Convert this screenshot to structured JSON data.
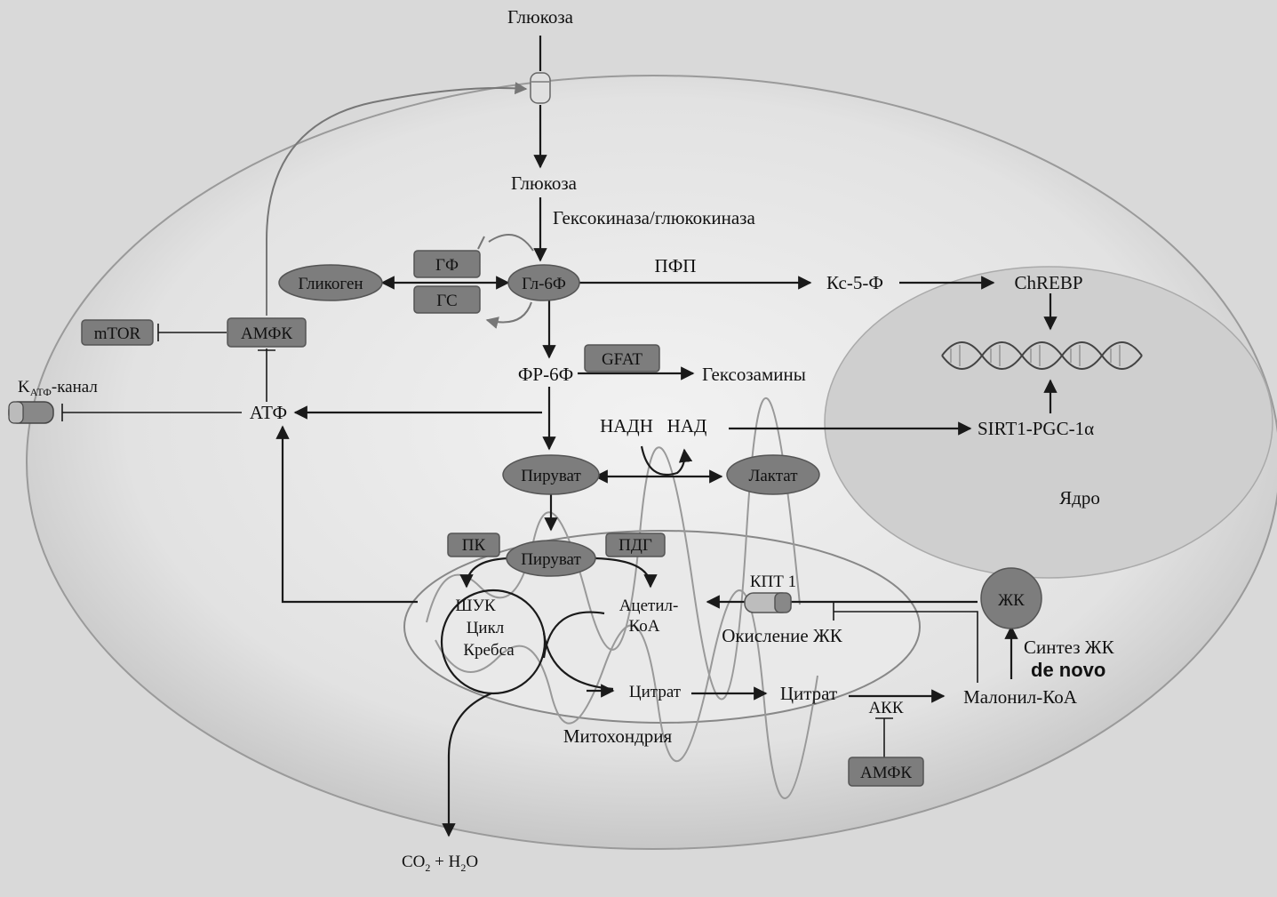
{
  "labels": {
    "glucose_outside": "Глюкоза",
    "glucose_inside": "Глюкоза",
    "hexokinase": "Гексокиназа/глюкокиназа",
    "glycogen": "Гликоген",
    "gf": "ГФ",
    "gs": "ГС",
    "g6p": "Гл-6Ф",
    "ppp": "ПФП",
    "x5p": "Кс-5-Ф",
    "chrebp": "ChREBP",
    "mtor": "mTOR",
    "ampk_top": "АМФК",
    "katp_main": "K",
    "katp_sub": "АТФ",
    "katp_rest": "-канал",
    "atp": "АТФ",
    "f6p": "ФР-6Ф",
    "gfat": "GFAT",
    "hexosamines": "Гексозамины",
    "nadh": "НАДН",
    "nad": "НАД",
    "sirt1": "SIRT1-PGC-1α",
    "pyruvate_cyto": "Пируват",
    "lactate": "Лактат",
    "nucleus": "Ядро",
    "pk": "ПК",
    "pdg": "ПДГ",
    "pyruvate_mito": "Пируват",
    "shuk": "ШУК",
    "cycle1": "Цикл",
    "cycle2": "Кребса",
    "acetyl1": "Ацетил-",
    "acetyl2": "КоА",
    "cpt1": "КПТ 1",
    "oxidation": "Окисление ЖК",
    "fa": "ЖК",
    "synth1": "Синтез ЖК",
    "synth2": "de novo",
    "citrate_mito": "Цитрат",
    "citrate_cyto": "Цитрат",
    "malonyl": "Малонил-КоА",
    "acc": "АКК",
    "ampk_bottom": "АМФК",
    "mitochondria": "Митохондрия",
    "co2_a": "CO",
    "co2_sub": "2",
    "co2_b": " + H",
    "h2o_sub": "2",
    "co2_c": "O"
  }
}
